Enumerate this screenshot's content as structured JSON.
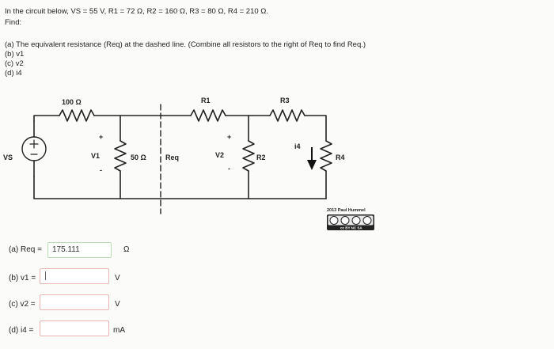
{
  "problem": {
    "statement": "In the circuit below, VS = 55 V,  R1 = 72 Ω,  R2 = 160 Ω,  R3 = 80 Ω,  R4 = 210 Ω.",
    "find_label": "Find:",
    "parts": [
      "(a) The equivalent resistance (Req) at the dashed line. (Combine all resistors to the right of Req to find Req.)",
      "(b) v1",
      "(c) v2",
      "(d) i4"
    ]
  },
  "circuit": {
    "source_label": "VS",
    "resistor_100_label": "100 Ω",
    "v1_label": "V1",
    "plus_sign": "+",
    "minus_sign": "-",
    "resistor_50_label": "50 Ω",
    "req_label": "Req",
    "r1_label": "R1",
    "v2_label": "V2",
    "r2_label": "R2",
    "r3_label": "R3",
    "i4_label": "i4",
    "r4_label": "R4",
    "credit": "2013 Paul Hummel",
    "license_badge": "cc BY NC SA"
  },
  "answers": [
    {
      "label": "(a) Req =",
      "value": "175.111",
      "unit": "Ω",
      "state": "filled"
    },
    {
      "label": "(b) v1 =",
      "value": "",
      "unit": "V",
      "state": "empty"
    },
    {
      "label": "(c) v2 =",
      "value": "",
      "unit": "V",
      "state": "empty"
    },
    {
      "label": "(d) i4 =",
      "value": "",
      "unit": "mA",
      "state": "empty"
    }
  ],
  "colors": {
    "filled_border": "#b9ddb3",
    "empty_border": "#e8b4b4"
  }
}
